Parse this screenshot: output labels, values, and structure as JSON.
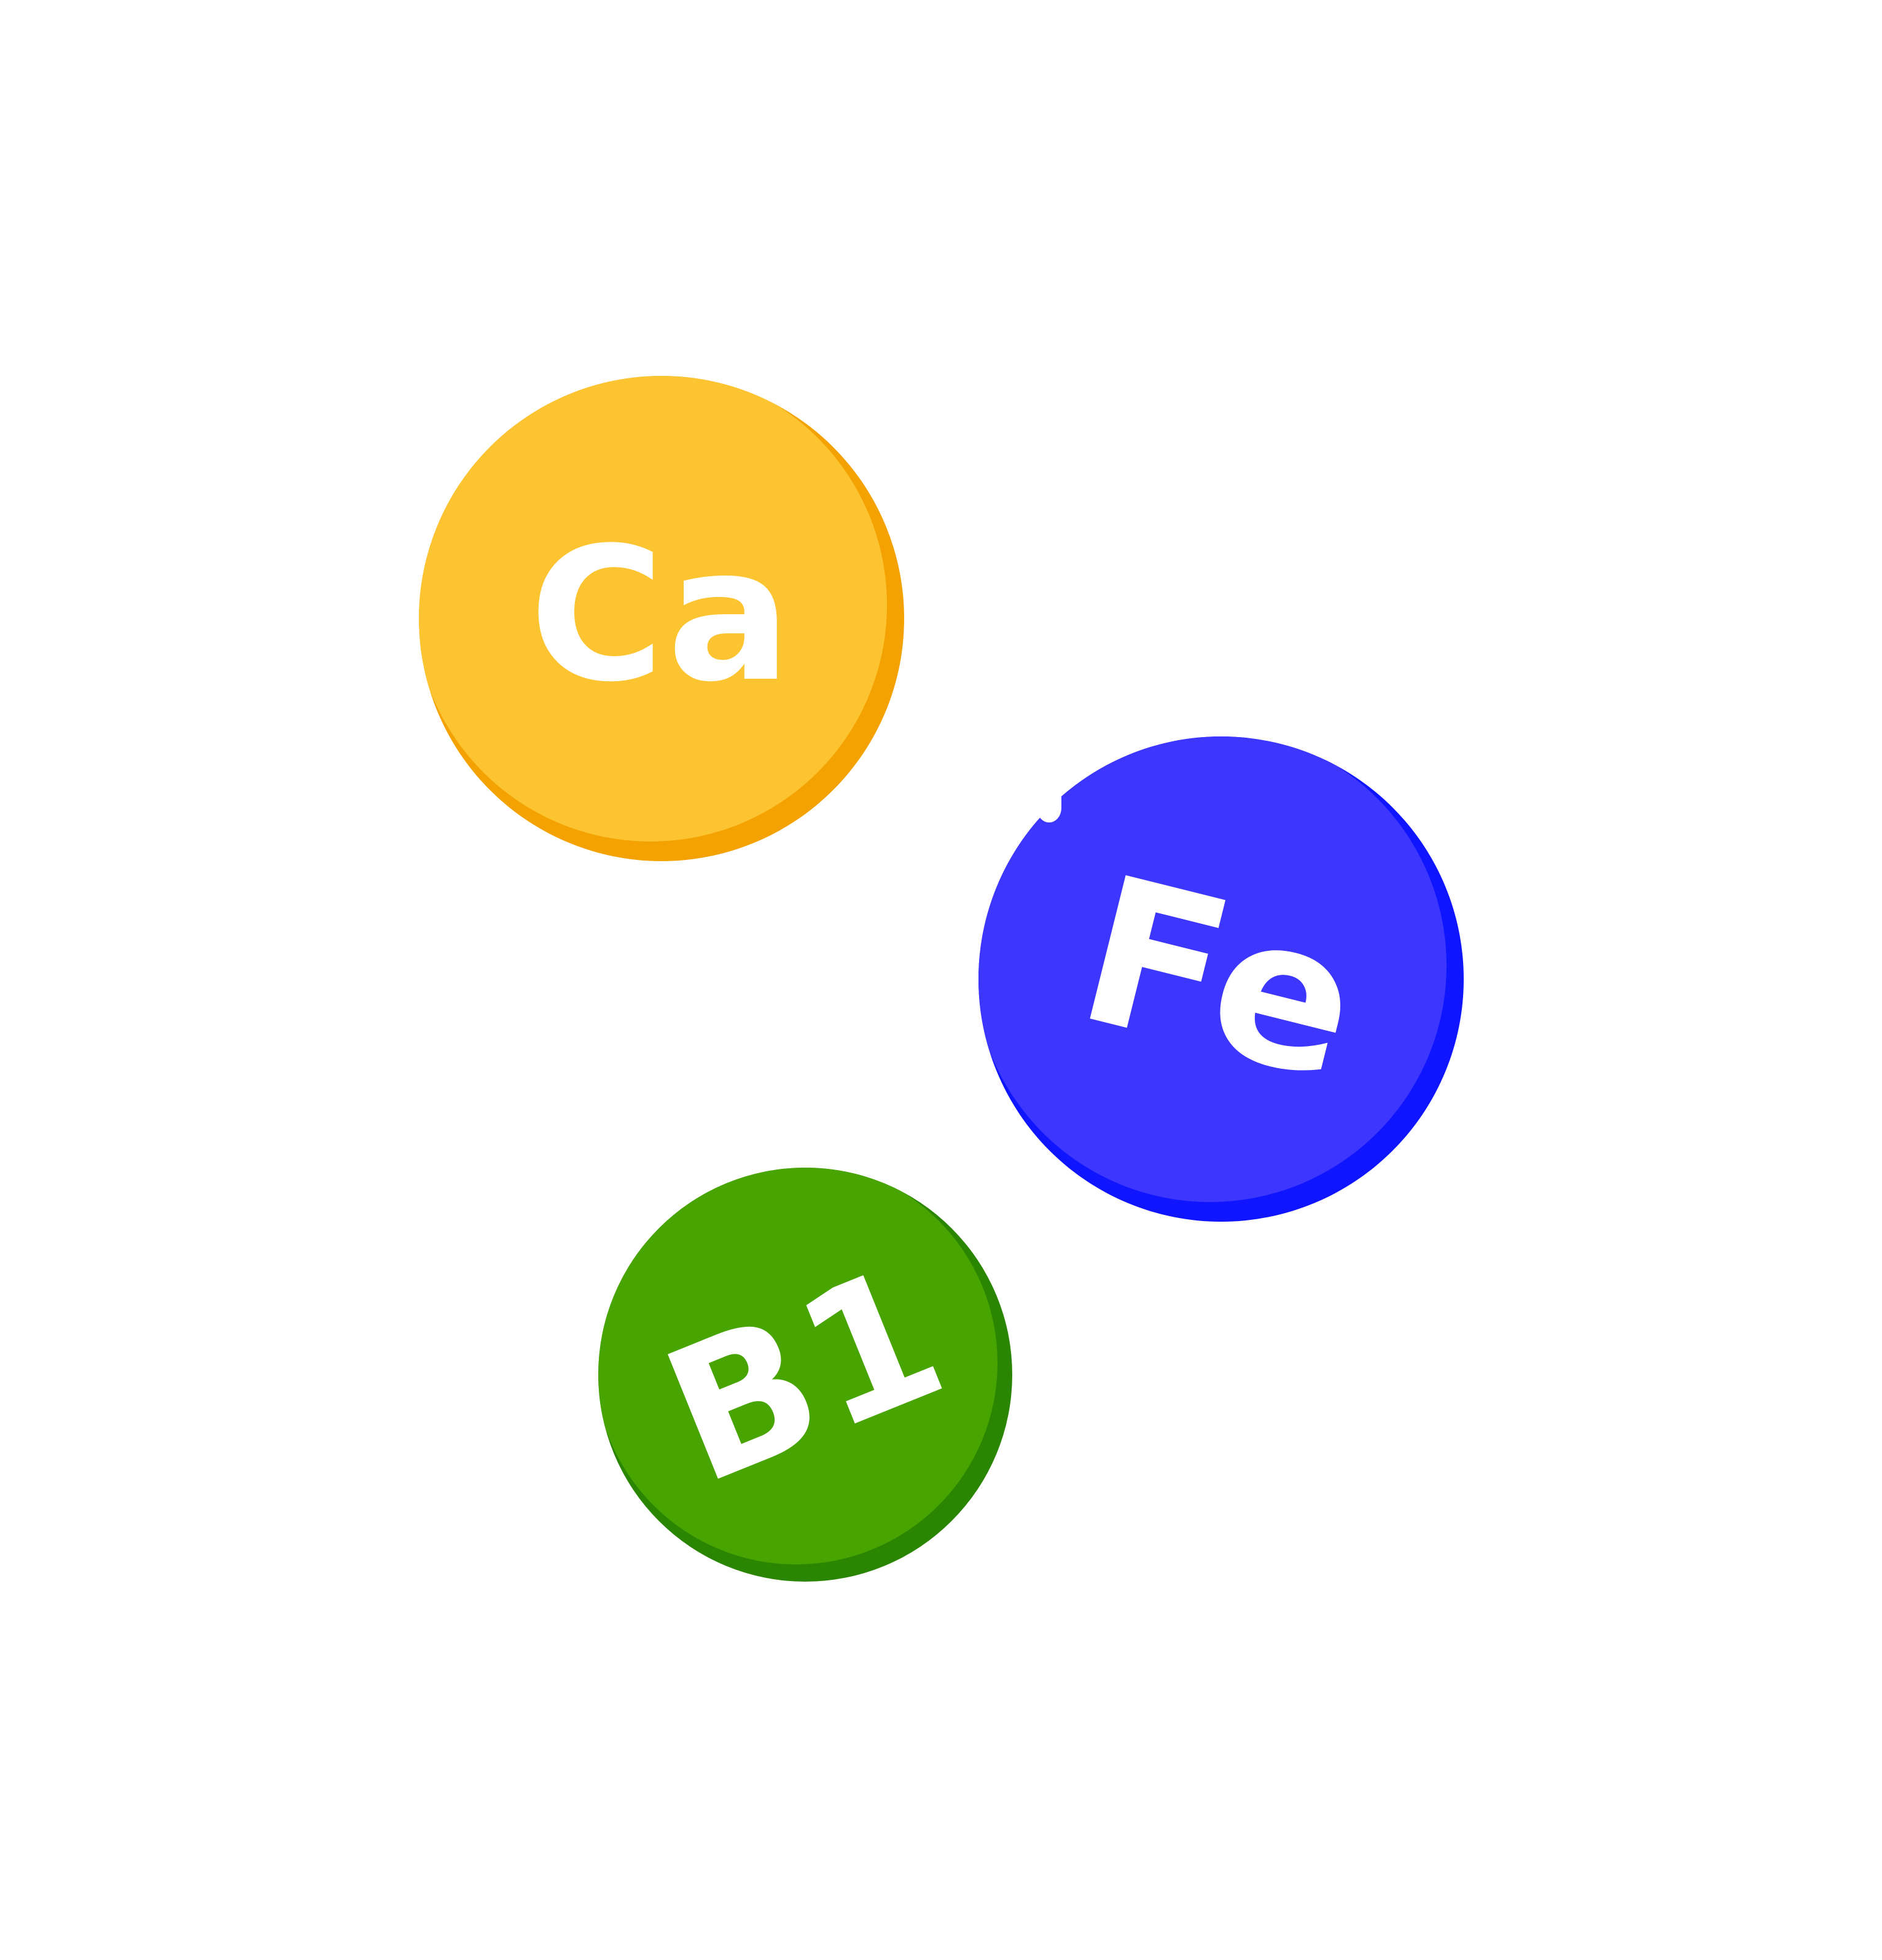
{
  "badges": [
    {
      "id": "ca",
      "text": "Ca",
      "colors": {
        "face": "#FDC431",
        "rim": "#F4A201",
        "text": "#FFFFFF"
      }
    },
    {
      "id": "fe",
      "text": "Fe",
      "colors": {
        "face": "#3D36FF",
        "rim": "#0F16FF",
        "text": "#FFFFFF"
      }
    },
    {
      "id": "b1",
      "text": "B1",
      "colors": {
        "face": "#48A400",
        "rim": "#2A8500",
        "text": "#FFFFFF"
      }
    }
  ],
  "background": "#FFFFFF"
}
